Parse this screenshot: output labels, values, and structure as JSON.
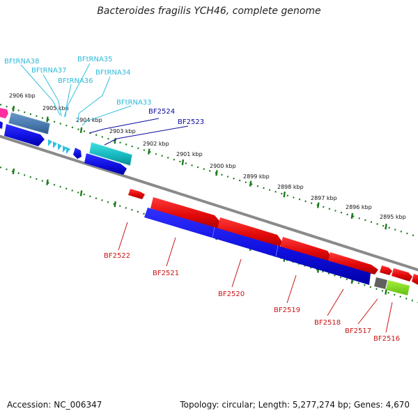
{
  "title": "Bacteroides fragilis YCH46, complete genome",
  "footer": {
    "accession": "Accession: NC_006347",
    "summary": "Topology: circular; Length: 5,277,274 bp; Genes: 4,670"
  },
  "colors": {
    "backbone": "#8a8a8a",
    "ticks": "#1c7a1c",
    "forward_cds": "#e00808",
    "reverse_cds": "#1010e0",
    "trna": "#30c0e0",
    "rrna": "#20c8c8",
    "misc_feature": "#4a7ab0",
    "pink_feature": "#ff2ea0",
    "gray_feature": "#606060",
    "green_feature": "#80e020",
    "trna_label": "#2bbad8",
    "reverse_label": "#0a0aa0",
    "forward_label": "#c81414"
  },
  "tick_labels": [
    "2906 kbp",
    "2905 kbp",
    "2904 kbp",
    "2903 kbp",
    "2902 kbp",
    "2901 kbp",
    "2900 kbp",
    "2899 kbp",
    "2898 kbp",
    "2897 kbp",
    "2896 kbp",
    "2895 kbp"
  ],
  "upper_labels": [
    {
      "id": "BFtRNA38",
      "kind": "trna"
    },
    {
      "id": "BFtRNA37",
      "kind": "trna"
    },
    {
      "id": "BFtRNA35",
      "kind": "trna"
    },
    {
      "id": "BFtRNA34",
      "kind": "trna"
    },
    {
      "id": "BFtRNA36",
      "kind": "trna"
    },
    {
      "id": "BFtRNA33",
      "kind": "trna"
    },
    {
      "id": "BF2524",
      "kind": "reverse"
    },
    {
      "id": "BF2523",
      "kind": "reverse"
    }
  ],
  "lower_labels": [
    "BF2522",
    "BF2521",
    "BF2520",
    "BF2519",
    "BF2518",
    "BF2517",
    "BF2516"
  ]
}
